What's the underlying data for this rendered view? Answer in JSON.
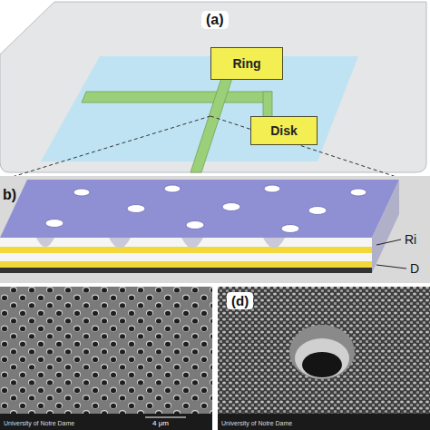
{
  "diagram": {
    "nodes": [
      {
        "text": [
          "Ring"
        ]
      },
      {
        "text": [
          "Disk"
        ]
      }
    ],
    "labels": [
      "(a)",
      "b)",
      "Ri",
      "D",
      "(d)",
      "4 μm",
      "University of Notre Dame",
      "University of Notre Dame"
    ]
  }
}
